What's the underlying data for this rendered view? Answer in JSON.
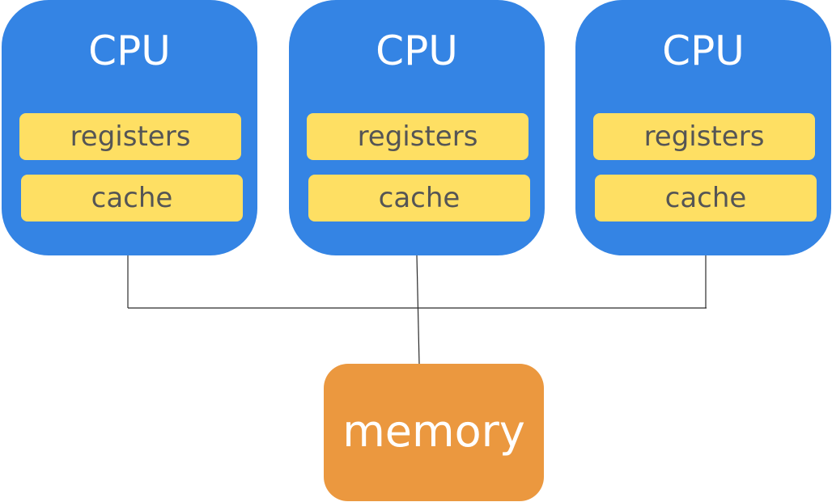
{
  "colors": {
    "cpu": "#3484e4",
    "chip": "#fedf63",
    "chip_text": "#555555",
    "memory": "#eb983f",
    "line": "#2b2b2b"
  },
  "cpus": [
    {
      "title": "CPU",
      "registers": "registers",
      "cache": "cache"
    },
    {
      "title": "CPU",
      "registers": "registers",
      "cache": "cache"
    },
    {
      "title": "CPU",
      "registers": "registers",
      "cache": "cache"
    }
  ],
  "memory": {
    "label": "memory"
  }
}
